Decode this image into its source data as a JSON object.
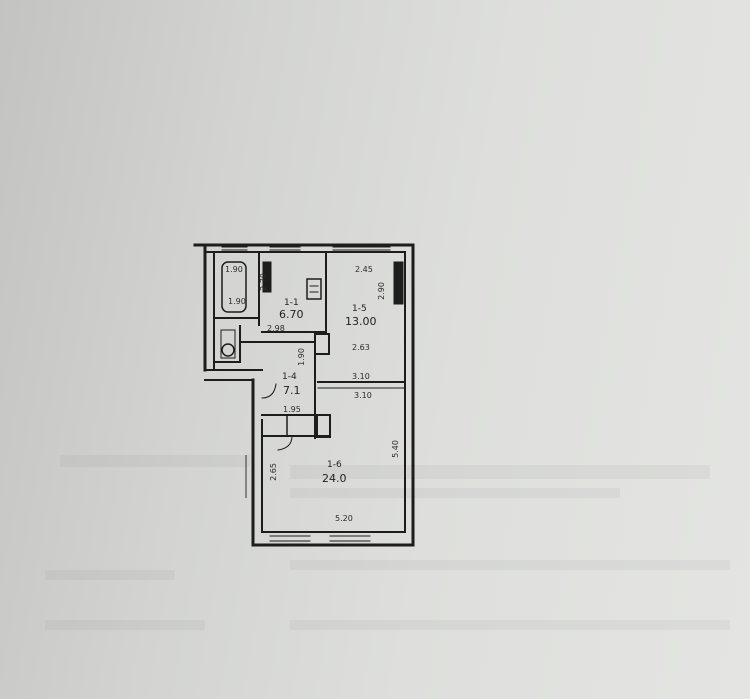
{
  "rooms": [
    {
      "id": "room-1",
      "number": "1-1",
      "area": "6.70"
    },
    {
      "id": "room-2",
      "number": "1-5",
      "area": "13.00"
    },
    {
      "id": "room-3",
      "number": "1-4",
      "area": "7.1"
    },
    {
      "id": "room-4",
      "number": "1-6",
      "area": "24.0"
    }
  ],
  "dimensions": {
    "bath_width": "1.90",
    "bath_height": "1.90",
    "kitchen_depth": "2.70",
    "kitchen_width": "2.98",
    "room2_width": "2.45",
    "room2_depth": "2.90",
    "room2_side": "2.63",
    "room2_bottom": "3.10",
    "corridor_width": "3.10",
    "corridor_side": "1.90",
    "small_width": "1.95",
    "room4_length": "5.40",
    "room4_side": "2.65",
    "room4_bottom": "5.20"
  }
}
